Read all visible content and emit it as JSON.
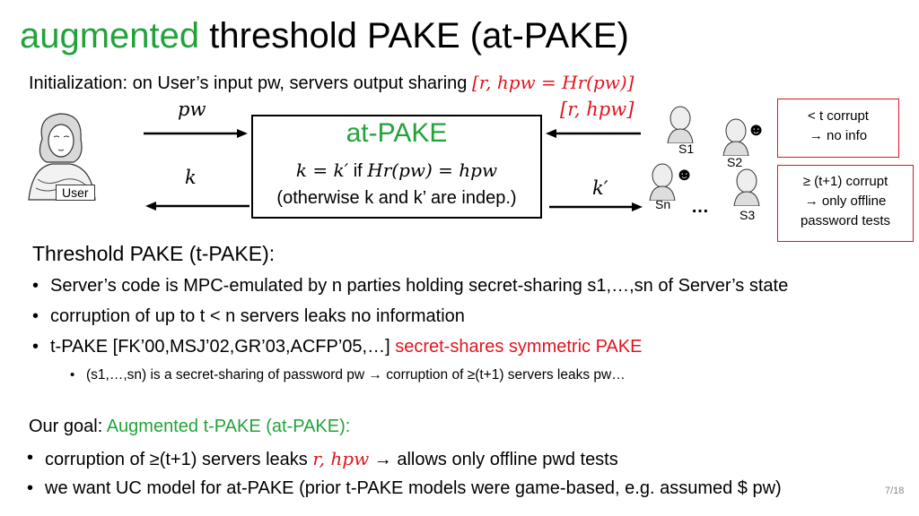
{
  "slide": {
    "title_green": "augmented",
    "title_rest": "threshold PAKE (at-PAKE)",
    "init_text": "Initialization:  on User’s input pw, servers output sharing ",
    "init_math": "[r, hpw = Hr(pw)]",
    "diagram": {
      "pw_label": "pw",
      "k_label": "k",
      "r_hpw_label": "[r, hpw]",
      "k_prime_label": "k′",
      "box_title": "at-PAKE",
      "box_line1_math": "k = k′",
      "box_line1_if": " if ",
      "box_line1_math2": "Hr(pw) = hpw",
      "box_line2": "(otherwise k and k’ are indep.)",
      "user_label": "User",
      "s1": "S1",
      "s2": "S2",
      "s3": "S3",
      "sn": "Sn",
      "dots": "…"
    },
    "red_box1": [
      "< t corrupt",
      "→  no info"
    ],
    "red_box2": [
      "≥ (t+1) corrupt",
      "→ only offline",
      "password tests"
    ],
    "tpake_heading": "Threshold PAKE (t-PAKE):",
    "bullets": [
      "Server’s code is MPC-emulated by n parties holding secret-sharing s1,…,sn of Server’s state",
      "corruption of up to t < n servers leaks no information"
    ],
    "bullet3_black": "t-PAKE [FK’00,MSJ’02,GR’03,ACFP’05,…] ",
    "bullet3_red": "secret-shares symmetric PAKE",
    "sub_bullet": "(s1,…,sn) is a secret-sharing of password pw  →  corruption of ≥(t+1) servers leaks pw…",
    "goal_black": "Our goal:  ",
    "goal_green": "Augmented t-PAKE (at-PAKE):",
    "goal_b1_pre": "corruption of ≥(t+1) servers leaks ",
    "goal_b1_math": "r, hpw",
    "goal_b1_post": " → allows only offline pwd tests",
    "goal_b2": "we want UC model for at-PAKE (prior t-PAKE models were game-based, e.g. assumed $ pw)",
    "page_number": "7/18"
  }
}
